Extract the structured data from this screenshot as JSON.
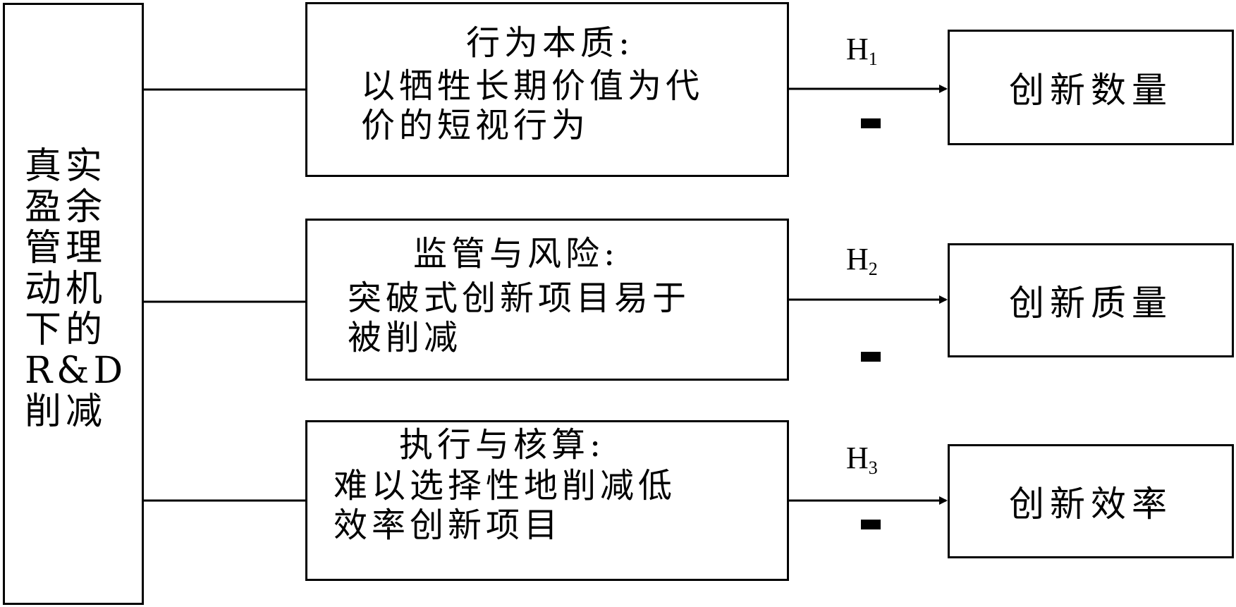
{
  "left": {
    "text": "真实\n盈余\n管理\n动机\n下的\nR&D\n削减"
  },
  "mechanisms": [
    {
      "heading": "行为本质:",
      "body": "以牺牲长期价值为代\n价的短视行为"
    },
    {
      "heading": "监管与风险:",
      "body": "突破式创新项目易于\n被削减"
    },
    {
      "heading": "执行与核算:",
      "body": "难以选择性地削减低\n效率创新项目"
    }
  ],
  "outcomes": [
    {
      "label": "创新数量"
    },
    {
      "label": "创新质量"
    },
    {
      "label": "创新效率"
    }
  ],
  "hypotheses": [
    {
      "base": "H",
      "sub": "1",
      "sign": "-"
    },
    {
      "base": "H",
      "sub": "2",
      "sign": "-"
    },
    {
      "base": "H",
      "sub": "3",
      "sign": "-"
    }
  ]
}
